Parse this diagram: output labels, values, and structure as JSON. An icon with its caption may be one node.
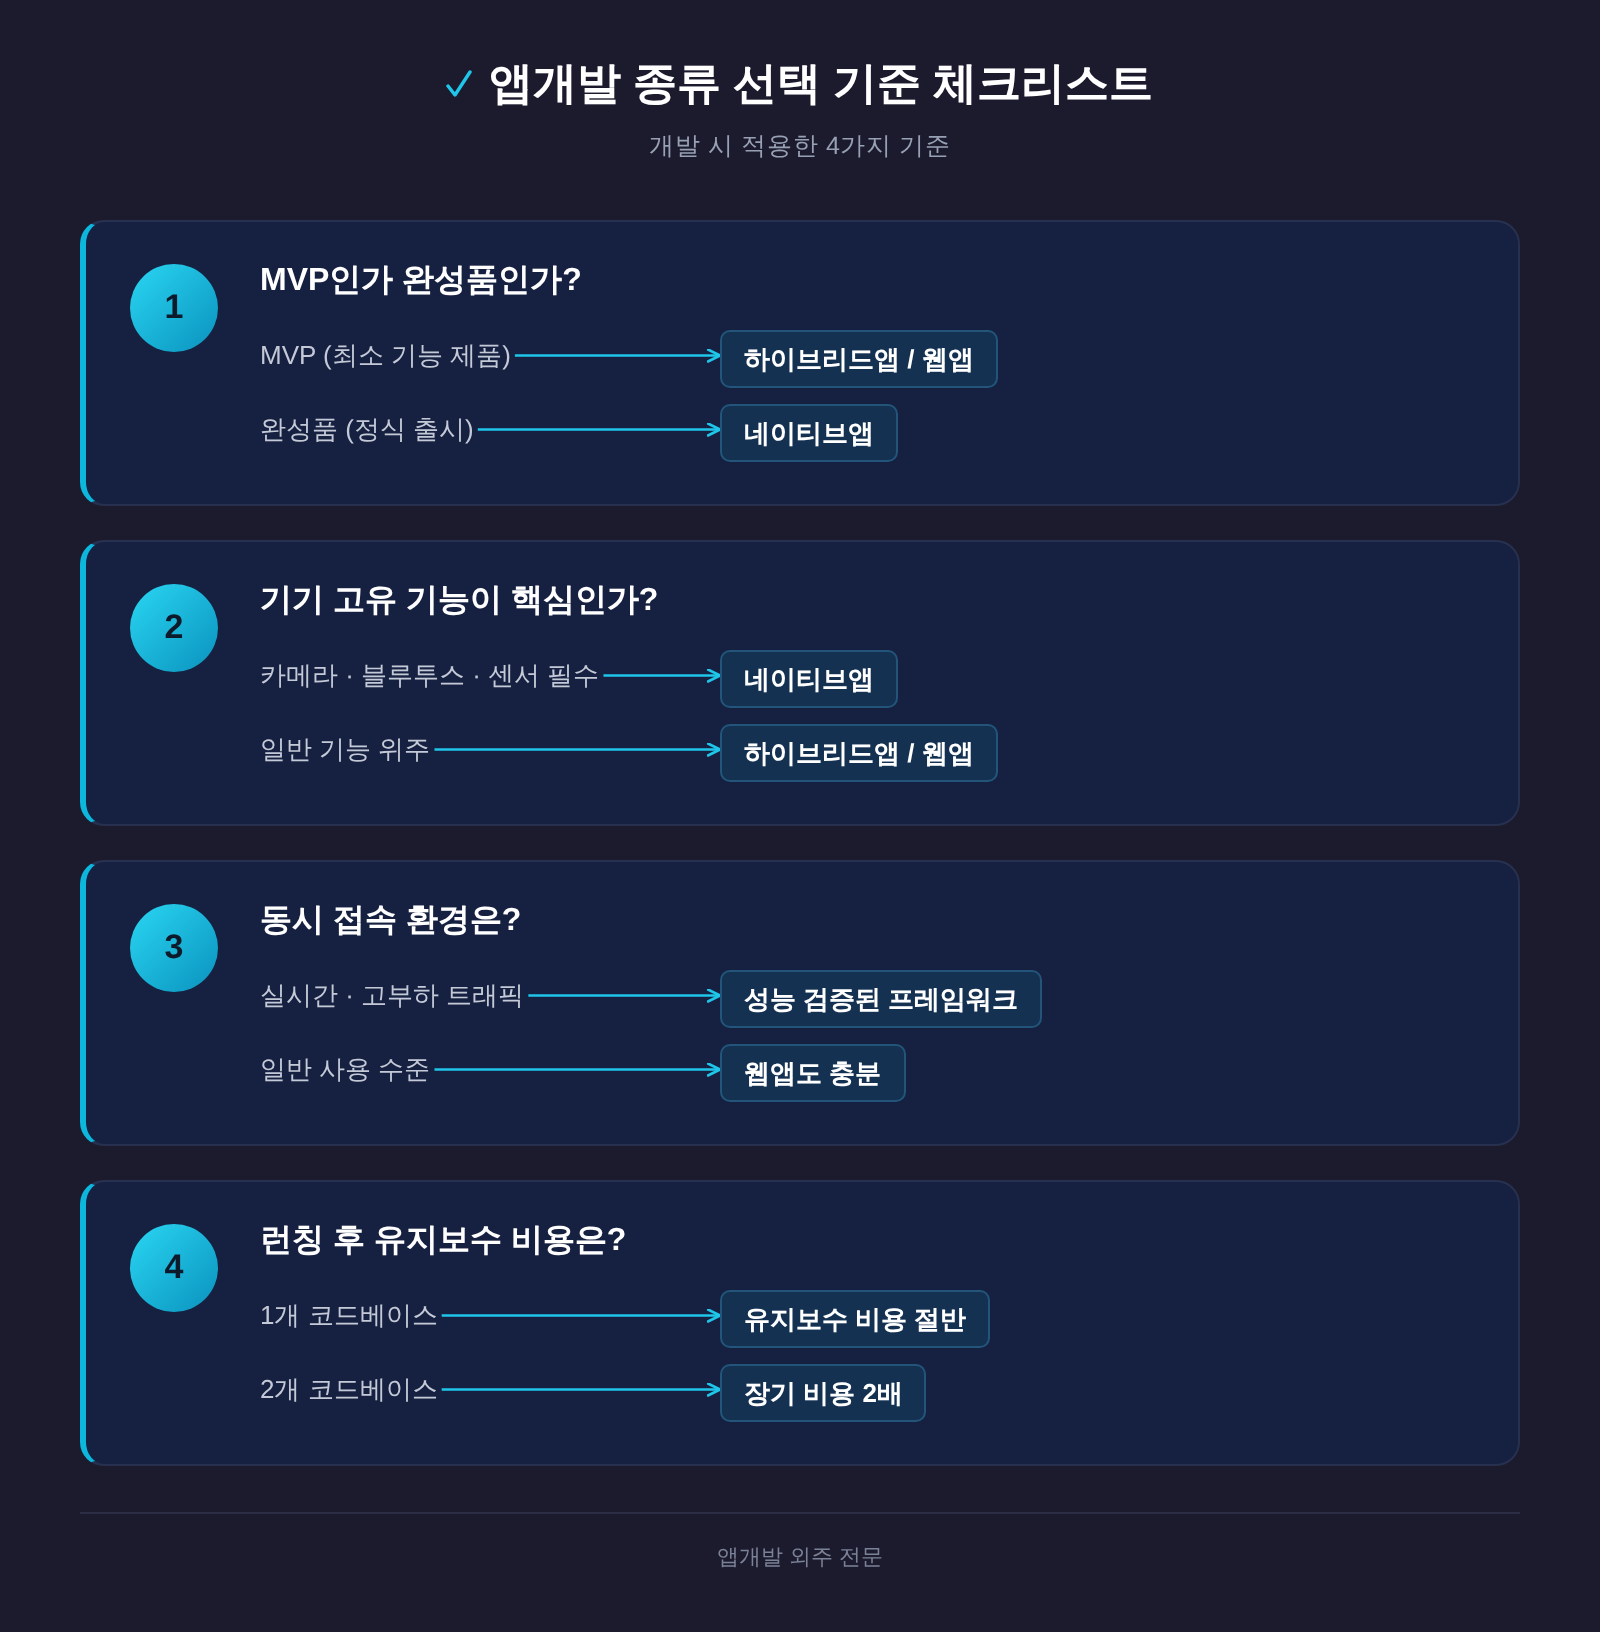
{
  "diagram": {
    "title": "앱개발 종류 선택 기준 체크리스트",
    "nodes": [
      {
        "text": [
          "MVP인가 완성품인가?"
        ]
      },
      {
        "text": [
          "1"
        ],
        "in": 0
      },
      {
        "text": [
          "MVP (최소 기능 제품)"
        ],
        "in": 0
      },
      {
        "text": [
          "하이브리드앱 / 웹앱"
        ],
        "in": 0
      },
      {
        "text": [
          "완성품 (정식 출시)"
        ],
        "in": 0
      },
      {
        "text": [
          "네이티브앱"
        ],
        "in": 0
      },
      {
        "text": [
          "기기 고유 기능이 핵심인가?"
        ]
      },
      {
        "text": [
          "2"
        ],
        "in": 6
      },
      {
        "text": [
          "카메라 · 블루투스 · 센서 필수"
        ],
        "in": 6
      },
      {
        "text": [
          "네이티브앱"
        ],
        "in": 6
      },
      {
        "text": [
          "일반 기능 위주"
        ],
        "in": 6
      },
      {
        "text": [
          "하이브리드앱 / 웹앱"
        ],
        "in": 6
      },
      {
        "text": [
          "동시 접속 환경은?"
        ]
      },
      {
        "text": [
          "3"
        ],
        "in": 12
      },
      {
        "text": [
          "실시간 · 고부하 트래픽"
        ],
        "in": 12
      },
      {
        "text": [
          "성능 검증된 프레임워크"
        ],
        "in": 12
      },
      {
        "text": [
          "일반 사용 수준"
        ],
        "in": 12
      },
      {
        "text": [
          "웹앱도 충분"
        ],
        "in": 12
      },
      {
        "text": [
          "런칭 후 유지보수 비용은?"
        ]
      },
      {
        "text": [
          "4"
        ],
        "in": 18
      },
      {
        "text": [
          "1개 코드베이스"
        ],
        "in": 18
      },
      {
        "text": [
          "유지보수 비용 절반"
        ],
        "in": 18
      },
      {
        "text": [
          "2개 코드베이스"
        ],
        "in": 18
      },
      {
        "text": [
          "장기 비용 2배"
        ],
        "in": 18
      }
    ],
    "edges": [
      {
        "from": 2,
        "to": 3,
        "arrow": "to"
      },
      {
        "from": 4,
        "to": 5,
        "arrow": "to"
      },
      {
        "from": 8,
        "to": 9,
        "arrow": "to"
      },
      {
        "from": 10,
        "to": 11,
        "arrow": "to"
      },
      {
        "from": 14,
        "to": 15,
        "arrow": "to"
      },
      {
        "from": 16,
        "to": 17,
        "arrow": "to"
      },
      {
        "from": 20,
        "to": 21,
        "arrow": "to"
      },
      {
        "from": 22,
        "to": 23,
        "arrow": "to"
      }
    ],
    "labels": [
      "개발 시 적용한 4가지 기준",
      "앱개발 외주 전문"
    ]
  }
}
